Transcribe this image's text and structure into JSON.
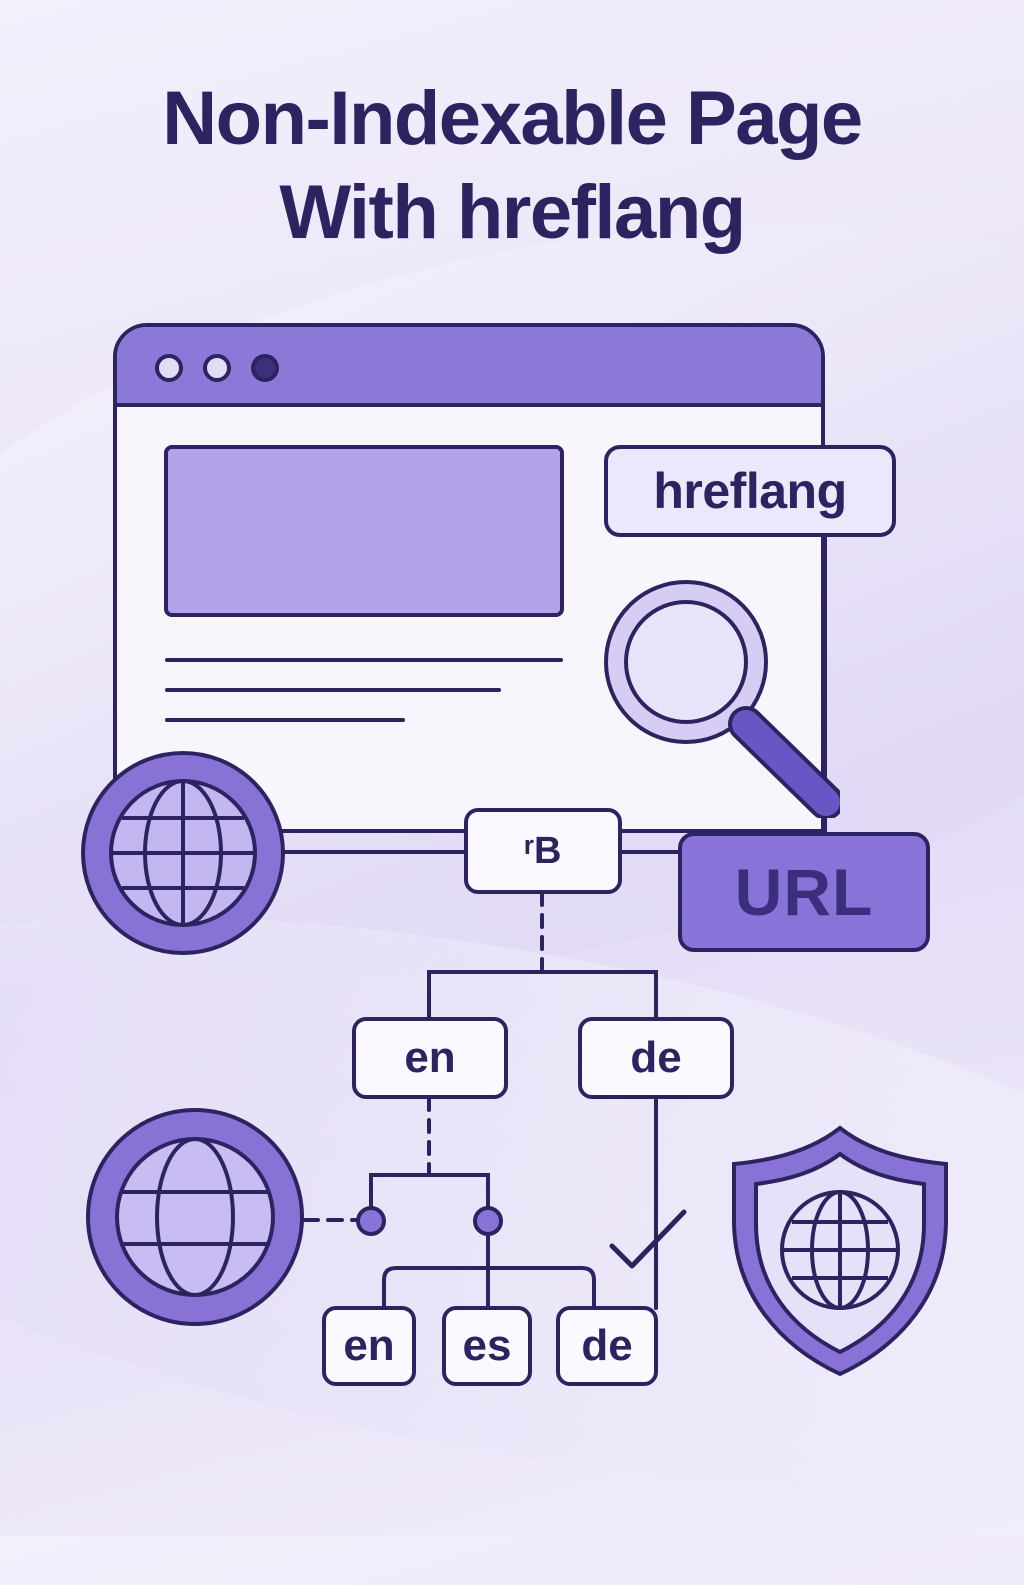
{
  "title": {
    "line1": "Non-Indexable Page",
    "line2": "With hreflang"
  },
  "browser": {
    "window_controls": [
      "dot-light",
      "dot-light",
      "dot-dark"
    ]
  },
  "labels": {
    "hreflang_badge": "hreflang",
    "root_node": "ʳB",
    "url_box": "URL",
    "level1": [
      "en",
      "de"
    ],
    "level2": [
      "en",
      "es",
      "de"
    ]
  },
  "icons": {
    "globe_top": "globe-icon",
    "globe_bottom": "globe-icon",
    "magnifier": "magnifying-glass-icon",
    "shield": "shield-globe-icon",
    "check": "checkmark-icon"
  },
  "colors": {
    "ink": "#2c2460",
    "accent": "#8c78d6",
    "accent_light": "#b4a3ea",
    "surface": "#f8f5fd",
    "background": "#ece6f8"
  }
}
